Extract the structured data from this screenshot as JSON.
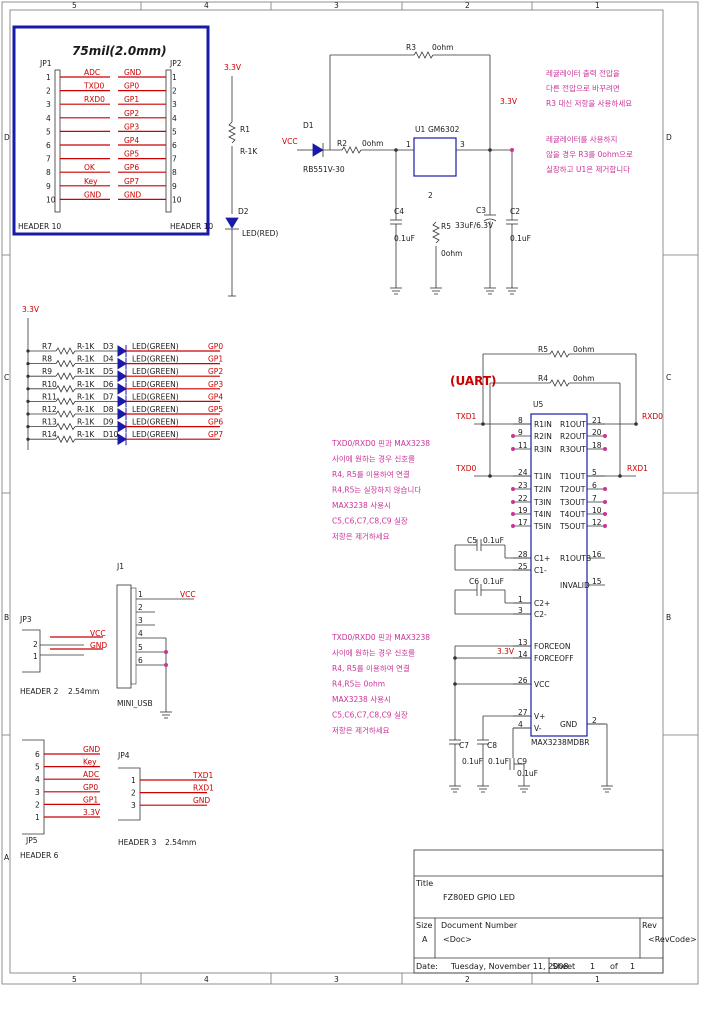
{
  "frame": {
    "col_numbers": [
      "5",
      "4",
      "3",
      "2",
      "1"
    ],
    "row_letters": [
      "D",
      "C",
      "B",
      "A"
    ]
  },
  "header_box": {
    "title": "75mil(2.0mm)",
    "left": {
      "ref": "JP1",
      "name": "HEADER 10",
      "pins": [
        "1",
        "2",
        "3",
        "4",
        "5",
        "6",
        "7",
        "8",
        "9",
        "10"
      ],
      "signals": [
        "ADC",
        "TXD0",
        "RXD0",
        "",
        "",
        "",
        "",
        "OK",
        "Key",
        "GND"
      ]
    },
    "right": {
      "ref": "JP2",
      "name": "HEADER 10",
      "pins": [
        "1",
        "2",
        "3",
        "4",
        "5",
        "6",
        "7",
        "8",
        "9",
        "10"
      ],
      "signals": [
        "GND",
        "GP0",
        "GP1",
        "GP2",
        "GP3",
        "GP4",
        "GP5",
        "GP6",
        "GP7",
        "GND"
      ]
    }
  },
  "led_power": {
    "supply": "3.3V",
    "resistor_ref": "R1",
    "resistor_val": "R-1K",
    "led_ref": "D2",
    "led_val": "LED(RED)"
  },
  "regulator": {
    "vcc": "VCC",
    "diode_ref": "D1",
    "diode_val": "RB551V-30",
    "r2": "R2",
    "r2_val": "0ohm",
    "r3": "R3",
    "r3_val": "0ohm",
    "u_ref": "U1",
    "u_val": "GM6302",
    "pin1": "1",
    "pin3": "3",
    "pin2": "2",
    "out": "3.3V",
    "c4": "C4",
    "c4_val": "0.1uF",
    "r5": "R5",
    "r5_val": "0ohm",
    "c3": "C3",
    "c3_val": "33uF/6.3V",
    "c2": "C2",
    "c2_val": "0.1uF"
  },
  "korean_notes": {
    "note1": [
      "레귤레이터 출력 전압을",
      "다른 전압으로 바꾸려면",
      "R3 대신 저항을 사용하세요"
    ],
    "note2": [
      "레귤레이터를 사용하지",
      "않을 경우 R3를 0ohm으로",
      "실장하고 U1은 제거합니다"
    ],
    "note3": [
      "TXD0/RXD0 핀과 MAX3238",
      "사이에 원하는 경우 신호를",
      "R4, R5를 이용하여 연결",
      "R4,R5는 실장하지 않습니다",
      "MAX3238 사용시",
      "C5,C6,C7,C8,C9 실장",
      "저항은 제거하세요"
    ],
    "note4": [
      "TXD0/RXD0 핀과 MAX3238",
      "사이에 원하는 경우 신호를",
      "R4, R5를 이용하여 연결",
      "R4,R5는 0ohm",
      "MAX3238 사용시",
      "C5,C6,C7,C8,C9 실장",
      "저항은 제거하세요"
    ]
  },
  "led_bank": {
    "supply": "3.3V",
    "rows": [
      {
        "r": "R7",
        "rv": "R-1K",
        "d": "D3",
        "dv": "LED(GREEN)",
        "net": "GP0"
      },
      {
        "r": "R8",
        "rv": "R-1K",
        "d": "D4",
        "dv": "LED(GREEN)",
        "net": "GP1"
      },
      {
        "r": "R9",
        "rv": "R-1K",
        "d": "D5",
        "dv": "LED(GREEN)",
        "net": "GP2"
      },
      {
        "r": "R10",
        "rv": "R-1K",
        "d": "D6",
        "dv": "LED(GREEN)",
        "net": "GP3"
      },
      {
        "r": "R11",
        "rv": "R-1K",
        "d": "D7",
        "dv": "LED(GREEN)",
        "net": "GP4"
      },
      {
        "r": "R12",
        "rv": "R-1K",
        "d": "D8",
        "dv": "LED(GREEN)",
        "net": "GP5"
      },
      {
        "r": "R13",
        "rv": "R-1K",
        "d": "D9",
        "dv": "LED(GREEN)",
        "net": "GP6"
      },
      {
        "r": "R14",
        "rv": "R-1K",
        "d": "D10",
        "dv": "LED(GREEN)",
        "net": "GP7"
      }
    ]
  },
  "uart": {
    "label": "(UART)",
    "r5": "R5",
    "r5_val": "0ohm",
    "r4": "R4",
    "r4_val": "0ohm",
    "txd1": "TXD1",
    "rxd0": "RXD0",
    "txd0": "TXD0",
    "rxd1": "RXD1",
    "u_ref": "U5",
    "u_val": "MAX3238MDBR",
    "left_pins": [
      {
        "num": "8",
        "name": "R1IN"
      },
      {
        "num": "9",
        "name": "R2IN"
      },
      {
        "num": "11",
        "name": "R3IN"
      },
      {
        "num": "24",
        "name": "T1IN"
      },
      {
        "num": "23",
        "name": "T2IN"
      },
      {
        "num": "22",
        "name": "T3IN"
      },
      {
        "num": "19",
        "name": "T4IN"
      },
      {
        "num": "17",
        "name": "T5IN"
      },
      {
        "num": "28",
        "name": "C1+"
      },
      {
        "num": "25",
        "name": "C1-"
      },
      {
        "num": "1",
        "name": "C2+"
      },
      {
        "num": "3",
        "name": "C2-"
      },
      {
        "num": "13",
        "name": "FORCEON"
      },
      {
        "num": "14",
        "name": "FORCEOFF"
      },
      {
        "num": "26",
        "name": "VCC"
      },
      {
        "num": "27",
        "name": "V+"
      },
      {
        "num": "4",
        "name": "V-"
      }
    ],
    "right_pins": [
      {
        "num": "21",
        "name": "R1OUT"
      },
      {
        "num": "20",
        "name": "R2OUT"
      },
      {
        "num": "18",
        "name": "R3OUT"
      },
      {
        "num": "5",
        "name": "T1OUT"
      },
      {
        "num": "6",
        "name": "T2OUT"
      },
      {
        "num": "7",
        "name": "T3OUT"
      },
      {
        "num": "10",
        "name": "T4OUT"
      },
      {
        "num": "12",
        "name": "T5OUT"
      },
      {
        "num": "16",
        "name": "R1OUTB"
      },
      {
        "num": "15",
        "name": "INVALID"
      },
      {
        "num": "2",
        "name": "GND"
      }
    ],
    "c5": "C5",
    "c5_val": "0.1uF",
    "c6": "C6",
    "c6_val": "0.1uF",
    "supply": "3.3V",
    "c7": "C7",
    "c7_val": "0.1uF",
    "c8": "C8",
    "c8_val": "0.1uF",
    "c9": "C9",
    "c9_val": "0.1uF"
  },
  "jp3": {
    "ref": "JP3",
    "name": "HEADER 2",
    "pitch": "2.54mm",
    "pins": [
      "2",
      "1"
    ],
    "signals": [
      "VCC",
      "GND"
    ]
  },
  "usb": {
    "ref": "J1",
    "name": "MINI_USB",
    "pins": [
      "1",
      "2",
      "3",
      "4",
      "5",
      "6"
    ],
    "signals": [
      "VCC"
    ]
  },
  "jp5": {
    "ref": "JP5",
    "name": "HEADER 6",
    "pins": [
      "6",
      "5",
      "4",
      "3",
      "2",
      "1"
    ],
    "signals": [
      "GND",
      "Key",
      "ADC",
      "GP0",
      "GP1",
      "3.3V"
    ]
  },
  "jp4": {
    "ref": "JP4",
    "name": "HEADER 3",
    "pitch": "2.54mm",
    "pins": [
      "1",
      "2",
      "3"
    ],
    "signals": [
      "TXD1",
      "RXD1",
      "GND"
    ]
  },
  "title_block": {
    "title_label": "Title",
    "title": "FZ80ED GPIO LED",
    "size_label": "Size",
    "size": "A",
    "doc_label": "Document Number",
    "doc": "<Doc>",
    "rev_label": "Rev",
    "rev": "<RevCode>",
    "date_label": "Date:",
    "date": "Tuesday, November 11, 2008",
    "sheet_label": "Sheet",
    "sheet": "1",
    "of": "of",
    "sheets": "1"
  }
}
